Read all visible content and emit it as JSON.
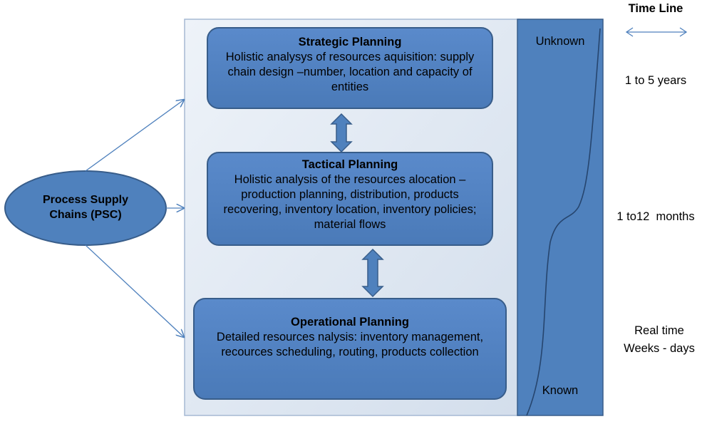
{
  "psc": {
    "label": "Process Supply Chains (PSC)"
  },
  "boxes": {
    "strategic": {
      "title": "Strategic Planning",
      "text": "Holistic analysys of resources aquisition: supply chain design –number, location and capacity of entities"
    },
    "tactical": {
      "title": "Tactical Planning",
      "text": "Holistic analysis of the resources alocation – production planning, distribution, products recovering, inventory location, inventory policies; material flows"
    },
    "operational": {
      "title": "Operational Planning",
      "text": "Detailed resources nalysis: inventory management,  recources scheduling, routing, products collection"
    }
  },
  "knowledge_bar": {
    "top_label": "Unknown",
    "bottom_label": "Known"
  },
  "timeline": {
    "title": "Time Line",
    "strategic_horizon": "1 to 5 years",
    "tactical_horizon": "1 to12  months",
    "operational_horizon_line1": "Real time",
    "operational_horizon_line2": "Weeks - days"
  },
  "colors": {
    "box_fill": "#4F81BD",
    "box_stroke": "#385D8A",
    "panel_fill": "#DCE6F2",
    "arrow_line": "#4F81BD"
  }
}
